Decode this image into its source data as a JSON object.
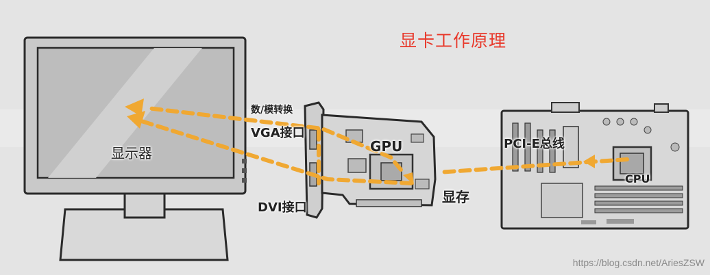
{
  "title": "显卡工作原理",
  "labels": {
    "monitor": "显示器",
    "da_convert": "数/模转换",
    "vga_port": "VGA接口",
    "dvi_port": "DVI接口",
    "gpu": "GPU",
    "vram": "显存",
    "pcie_bus": "PCI-E总线",
    "cpu": "CPU"
  },
  "watermark": "https://blog.csdn.net/AriesZSW",
  "colors": {
    "title": "#e8392b",
    "signal_arrow": "#f0a832",
    "background": "#e4e4e4"
  }
}
